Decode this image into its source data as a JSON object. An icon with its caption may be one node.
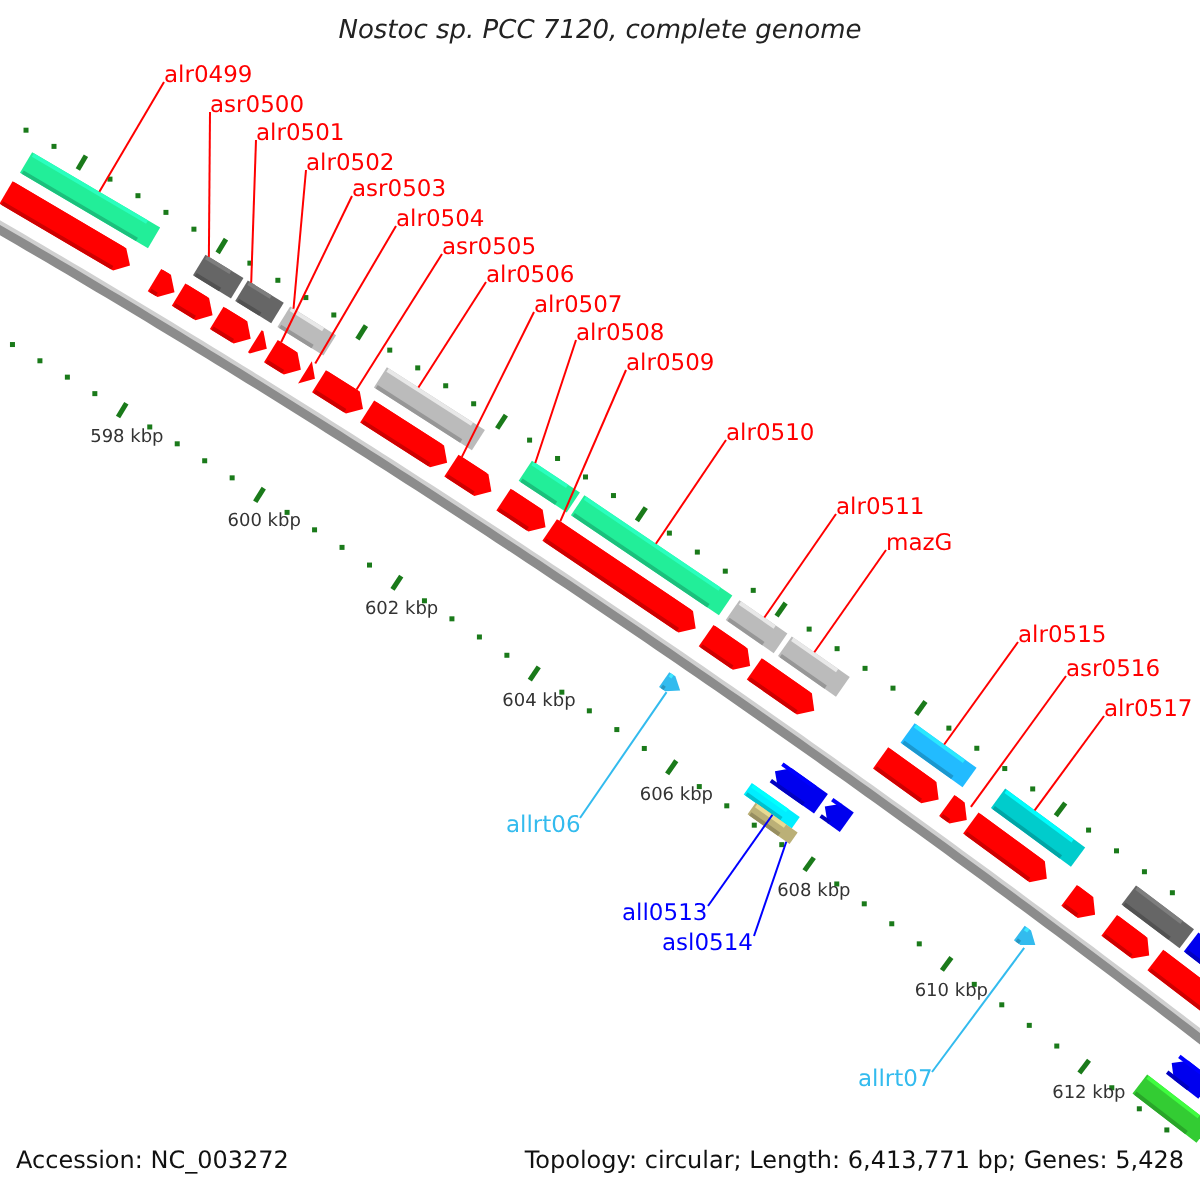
{
  "diagram": {
    "title": "Nostoc sp. PCC 7120, complete genome",
    "nodes": [
      {
        "text": [
          "alr0499"
        ]
      },
      {
        "text": [
          "asr0500"
        ]
      },
      {
        "text": [
          "alr0501"
        ]
      },
      {
        "text": [
          "alr0502"
        ]
      },
      {
        "text": [
          "asr0503"
        ]
      },
      {
        "text": [
          "alr0504"
        ]
      },
      {
        "text": [
          "asr0505"
        ]
      },
      {
        "text": [
          "alr0506"
        ]
      },
      {
        "text": [
          "alr0507"
        ]
      },
      {
        "text": [
          "alr0508"
        ]
      },
      {
        "text": [
          "alr0509"
        ]
      },
      {
        "text": [
          "alr0510"
        ]
      },
      {
        "text": [
          "alr0511"
        ]
      },
      {
        "text": [
          "mazG"
        ]
      },
      {
        "text": [
          "alr0515"
        ]
      },
      {
        "text": [
          "asr0516"
        ]
      },
      {
        "text": [
          "alr0517"
        ]
      },
      {
        "text": [
          "allrt06"
        ]
      },
      {
        "text": [
          "all0513"
        ]
      },
      {
        "text": [
          "asl0514"
        ]
      },
      {
        "text": [
          "allrt07"
        ]
      },
      {
        "text": [],
        "shape": "pentagon"
      },
      {
        "text": [],
        "shape": "bar"
      },
      {
        "text": [],
        "shape": "pentagon"
      },
      {
        "text": [],
        "shape": "pentagon"
      },
      {
        "text": [],
        "shape": "bar"
      },
      {
        "text": [],
        "shape": "pentagon"
      },
      {
        "text": [],
        "shape": "bar"
      },
      {
        "text": [],
        "shape": "pentagon"
      },
      {
        "text": [],
        "shape": "bar"
      },
      {
        "text": [],
        "shape": "pentagon"
      },
      {
        "text": [],
        "shape": "pentagon"
      },
      {
        "text": [],
        "shape": "pentagon"
      },
      {
        "text": [],
        "shape": "bar"
      },
      {
        "text": [],
        "shape": "pentagon"
      },
      {
        "text": [],
        "shape": "pentagon"
      },
      {
        "text": [],
        "shape": "pentagon"
      },
      {
        "text": [],
        "shape": "bar"
      },
      {
        "text": [],
        "shape": "pentagon"
      },
      {
        "text": [],
        "shape": "bar"
      },
      {
        "text": [],
        "shape": "pentagon"
      },
      {
        "text": [],
        "shape": "pentagon"
      },
      {
        "text": [],
        "shape": "bar"
      },
      {
        "text": [],
        "shape": "pentagon"
      },
      {
        "text": [],
        "shape": "bar"
      },
      {
        "text": [],
        "shape": "bar"
      },
      {
        "text": [],
        "shape": "bar"
      },
      {
        "text": [],
        "shape": "pentagon"
      },
      {
        "text": [],
        "shape": "pentagon"
      },
      {
        "text": [],
        "shape": "pentagon"
      },
      {
        "text": [],
        "shape": "bar"
      },
      {
        "text": [],
        "shape": "pentagon"
      },
      {
        "text": [],
        "shape": "pentagon"
      },
      {
        "text": [],
        "shape": "bar"
      },
      {
        "text": [],
        "shape": "pentagon"
      },
      {
        "text": [],
        "shape": "pentagon"
      },
      {
        "text": [],
        "shape": "bar"
      },
      {
        "text": [],
        "shape": "pentagon"
      },
      {
        "text": [],
        "shape": "pentagon"
      },
      {
        "text": [],
        "shape": "bar"
      },
      {
        "text": [],
        "shape": "bar"
      },
      {
        "text": [],
        "shape": "pentagon"
      }
    ],
    "edges": [
      {
        "from": 0,
        "to": 22,
        "arrow": "none"
      },
      {
        "from": 1,
        "to": 25,
        "arrow": "none"
      },
      {
        "from": 2,
        "to": 27,
        "arrow": "none"
      },
      {
        "from": 3,
        "to": 29,
        "arrow": "none"
      },
      {
        "from": 4,
        "to": 30,
        "arrow": "none"
      },
      {
        "from": 5,
        "to": 31,
        "arrow": "none"
      },
      {
        "from": 6,
        "to": 32,
        "arrow": "none"
      },
      {
        "from": 7,
        "to": 33,
        "arrow": "none"
      },
      {
        "from": 8,
        "to": 35,
        "arrow": "none"
      },
      {
        "from": 9,
        "to": 37,
        "arrow": "none"
      },
      {
        "from": 10,
        "to": 38,
        "arrow": "none"
      },
      {
        "from": 11,
        "to": 39,
        "arrow": "none"
      },
      {
        "from": 12,
        "to": 42,
        "arrow": "none"
      },
      {
        "from": 13,
        "to": 44,
        "arrow": "none"
      },
      {
        "from": 14,
        "to": 50,
        "arrow": "none"
      },
      {
        "from": 15,
        "to": 51,
        "arrow": "none"
      },
      {
        "from": 16,
        "to": 53,
        "arrow": "none"
      },
      {
        "from": 17,
        "to": 40,
        "arrow": "none",
        "color": "#33bbee"
      },
      {
        "from": 18,
        "to": 45,
        "arrow": "none",
        "color": "#0000ff"
      },
      {
        "from": 19,
        "to": 46,
        "arrow": "none",
        "color": "#0000ff"
      },
      {
        "from": 20,
        "to": 54,
        "arrow": "none",
        "color": "#33bbee"
      }
    ],
    "labels": [
      "598 kbp",
      "600 kbp",
      "602 kbp",
      "604 kbp",
      "606 kbp",
      "608 kbp",
      "610 kbp",
      "612 kbp",
      "Accession: NC_003272",
      "Topology: circular; Length: 6,413,771 bp; Genes: 5,428"
    ]
  }
}
